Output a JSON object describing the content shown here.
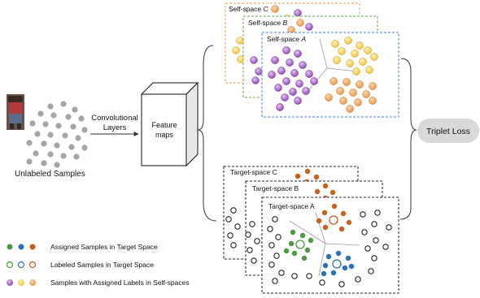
{
  "input": {
    "caption": "Unlabeled Samples"
  },
  "conv": {
    "line1": "Convolutional",
    "line2": "Layers"
  },
  "feature": {
    "line1": "Feature",
    "line2": "maps"
  },
  "self_spaces": [
    {
      "prefix": "Self-space ",
      "letter": "C"
    },
    {
      "prefix": "Self-space ",
      "letter": "B"
    },
    {
      "prefix": "Self-space ",
      "letter": "A"
    }
  ],
  "target_spaces": [
    {
      "label": "Target-space C"
    },
    {
      "label": "Target-space B"
    },
    {
      "label": "Target-space A"
    }
  ],
  "loss": {
    "label": "Triplet Loss"
  },
  "legend": {
    "items": [
      {
        "label": "Assigned Samples in Target Space"
      },
      {
        "label": "Labeled Samples in Target Space"
      },
      {
        "label": "Samples with Assigned Labels in Self-spaces"
      }
    ]
  },
  "colors": {
    "purple": "#9b4fbf",
    "yellow": "#f5c842",
    "orange": "#f0a050",
    "green": "#4c9a3f",
    "blue": "#2f6fb5",
    "brown": "#c8601e",
    "gray_dot": "#a5a5a5",
    "self_c_border": "#e99a4a",
    "self_b_border": "#6aaa4c",
    "self_a_border": "#4a7fc0",
    "loss_fill": "#d9d9d9"
  }
}
